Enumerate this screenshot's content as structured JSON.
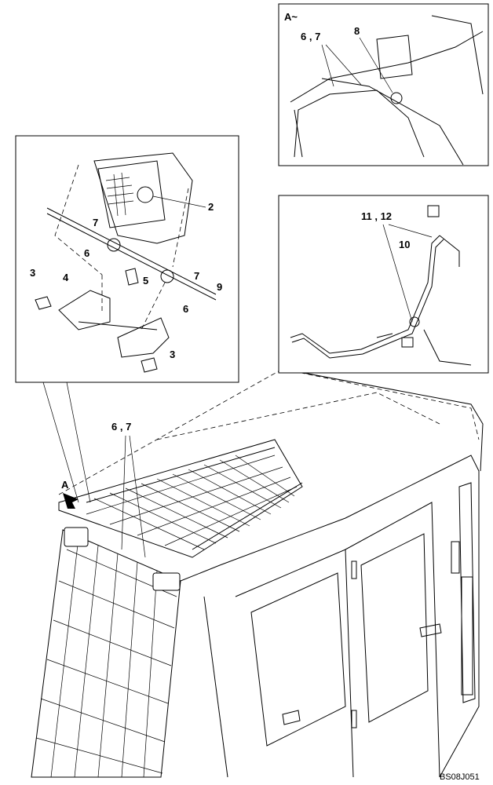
{
  "diagram": {
    "drawing_code": "BS08J051",
    "view_label": "A~",
    "arrow_label": "A",
    "callouts": {
      "c1": "6 , 7",
      "c2": "8",
      "c3": "2",
      "c4": "7",
      "c5": "6",
      "c6": "3",
      "c7": "4",
      "c8": "5",
      "c9": "7",
      "c10": "9",
      "c11": "6",
      "c12": "3",
      "c13": "11 , 12",
      "c14": "10",
      "c15": "6 , 7"
    }
  }
}
